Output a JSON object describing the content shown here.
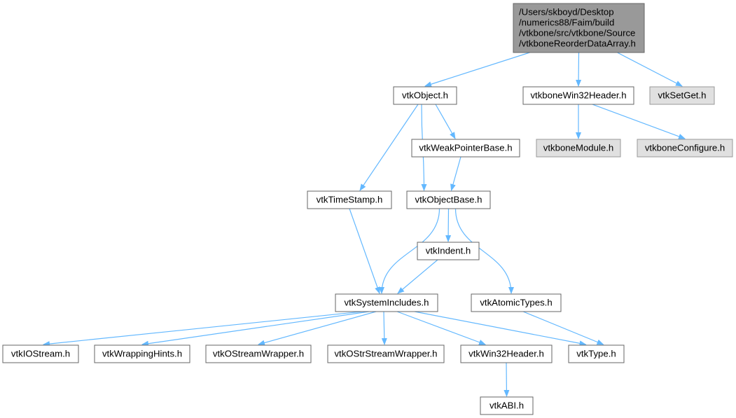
{
  "colors": {
    "edge": "#63b8ff",
    "node_fill": "#ffffff",
    "node_stroke": "#666666",
    "root_fill": "#999999",
    "root_stroke": "#666666",
    "external_fill": "#e0e0e0",
    "external_stroke": "#999999"
  },
  "nodes": [
    {
      "id": "root",
      "kind": "root",
      "lines": [
        "/Users/skboyd/Desktop",
        "/numerics88/Faim/build",
        "/vtkbone/src/vtkbone/Source",
        "/vtkboneReorderDataArray.h"
      ]
    },
    {
      "id": "vtkObject",
      "kind": "normal",
      "lines": [
        "vtkObject.h"
      ]
    },
    {
      "id": "vtkboneWin32Header",
      "kind": "normal",
      "lines": [
        "vtkboneWin32Header.h"
      ]
    },
    {
      "id": "vtkSetGet",
      "kind": "external",
      "lines": [
        "vtkSetGet.h"
      ]
    },
    {
      "id": "vtkWeakPointerBase",
      "kind": "normal",
      "lines": [
        "vtkWeakPointerBase.h"
      ]
    },
    {
      "id": "vtkboneModule",
      "kind": "external",
      "lines": [
        "vtkboneModule.h"
      ]
    },
    {
      "id": "vtkboneConfigure",
      "kind": "external",
      "lines": [
        "vtkboneConfigure.h"
      ]
    },
    {
      "id": "vtkTimeStamp",
      "kind": "normal",
      "lines": [
        "vtkTimeStamp.h"
      ]
    },
    {
      "id": "vtkObjectBase",
      "kind": "normal",
      "lines": [
        "vtkObjectBase.h"
      ]
    },
    {
      "id": "vtkIndent",
      "kind": "normal",
      "lines": [
        "vtkIndent.h"
      ]
    },
    {
      "id": "vtkSystemIncludes",
      "kind": "normal",
      "lines": [
        "vtkSystemIncludes.h"
      ]
    },
    {
      "id": "vtkAtomicTypes",
      "kind": "normal",
      "lines": [
        "vtkAtomicTypes.h"
      ]
    },
    {
      "id": "vtkIOStream",
      "kind": "normal",
      "lines": [
        "vtkIOStream.h"
      ]
    },
    {
      "id": "vtkWrappingHints",
      "kind": "normal",
      "lines": [
        "vtkWrappingHints.h"
      ]
    },
    {
      "id": "vtkOStreamWrapper",
      "kind": "normal",
      "lines": [
        "vtkOStreamWrapper.h"
      ]
    },
    {
      "id": "vtkOStrStreamWrapper",
      "kind": "normal",
      "lines": [
        "vtkOStrStreamWrapper.h"
      ]
    },
    {
      "id": "vtkWin32Header",
      "kind": "normal",
      "lines": [
        "vtkWin32Header.h"
      ]
    },
    {
      "id": "vtkType",
      "kind": "normal",
      "lines": [
        "vtkType.h"
      ]
    },
    {
      "id": "vtkABI",
      "kind": "normal",
      "lines": [
        "vtkABI.h"
      ]
    }
  ],
  "edges": [
    {
      "from": "root",
      "to": "vtkObject"
    },
    {
      "from": "root",
      "to": "vtkboneWin32Header"
    },
    {
      "from": "root",
      "to": "vtkSetGet"
    },
    {
      "from": "vtkObject",
      "to": "vtkWeakPointerBase"
    },
    {
      "from": "vtkObject",
      "to": "vtkTimeStamp"
    },
    {
      "from": "vtkObject",
      "to": "vtkObjectBase"
    },
    {
      "from": "vtkboneWin32Header",
      "to": "vtkboneModule"
    },
    {
      "from": "vtkboneWin32Header",
      "to": "vtkboneConfigure"
    },
    {
      "from": "vtkWeakPointerBase",
      "to": "vtkObjectBase"
    },
    {
      "from": "vtkTimeStamp",
      "to": "vtkSystemIncludes"
    },
    {
      "from": "vtkObjectBase",
      "to": "vtkIndent"
    },
    {
      "from": "vtkObjectBase",
      "to": "vtkSystemIncludes"
    },
    {
      "from": "vtkObjectBase",
      "to": "vtkAtomicTypes"
    },
    {
      "from": "vtkIndent",
      "to": "vtkSystemIncludes"
    },
    {
      "from": "vtkSystemIncludes",
      "to": "vtkIOStream"
    },
    {
      "from": "vtkSystemIncludes",
      "to": "vtkWrappingHints"
    },
    {
      "from": "vtkSystemIncludes",
      "to": "vtkOStreamWrapper"
    },
    {
      "from": "vtkSystemIncludes",
      "to": "vtkOStrStreamWrapper"
    },
    {
      "from": "vtkSystemIncludes",
      "to": "vtkWin32Header"
    },
    {
      "from": "vtkSystemIncludes",
      "to": "vtkType"
    },
    {
      "from": "vtkAtomicTypes",
      "to": "vtkType"
    },
    {
      "from": "vtkWin32Header",
      "to": "vtkABI"
    }
  ]
}
